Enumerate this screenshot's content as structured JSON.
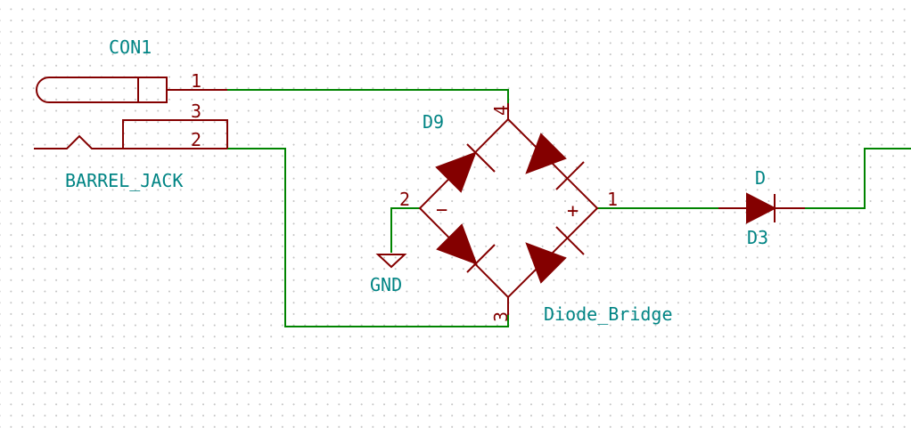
{
  "colors": {
    "wire": "#008400",
    "component": "#840000",
    "label": "#008484",
    "background": "#ffffff",
    "grid_dot": "#c4c4c4"
  },
  "components": {
    "barrel_jack": {
      "reference": "CON1",
      "value": "BARREL_JACK",
      "pins": [
        "1",
        "3",
        "2"
      ]
    },
    "diode_bridge": {
      "reference": "D9",
      "value": "Diode_Bridge",
      "pins": [
        "4",
        "2",
        "1",
        "3"
      ],
      "minus_label": "−",
      "plus_label": "+"
    },
    "diode": {
      "reference": "D3",
      "value": "D"
    },
    "ground": {
      "value": "GND"
    }
  }
}
